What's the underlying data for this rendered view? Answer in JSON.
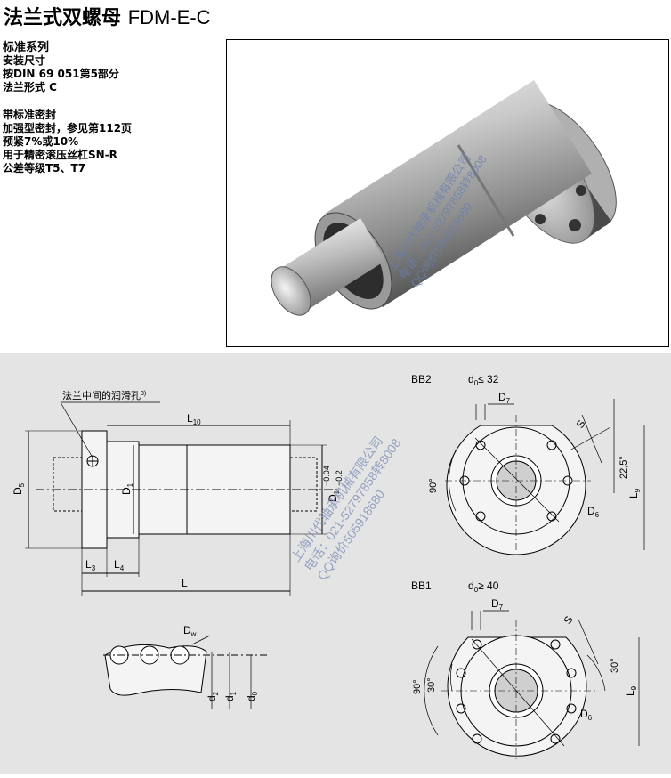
{
  "header": {
    "title_cn": "法兰式双螺母",
    "title_code": "FDM-E-C"
  },
  "spec": {
    "heading": "标准系列",
    "lines_a": [
      "安装尺寸",
      "按DIN 69 051第5部分",
      "法兰形式 C"
    ],
    "heading2": "带标准密封",
    "lines_b": [
      "加强型密封，参见第112页",
      "预紧7%或10%",
      "用于精密滚压丝杠SN-R",
      "公差等级T5、T7"
    ]
  },
  "photo": {
    "watermark": [
      "上海川代轴承机械有限公司",
      "电话：021-52797858转8008",
      "QQ询价505918680"
    ]
  },
  "drawing": {
    "lube_label": "法兰中间的润滑孔",
    "lube_sup": "3)",
    "dims": {
      "L10": "L",
      "L10_sub": "10",
      "D5": "D",
      "D5_sub": "5",
      "D1": "D",
      "D1_sub": "1",
      "D1_tol_top": "−0.04",
      "D1_tol_bot": "−0.2",
      "L3": "L",
      "L3_sub": "3",
      "L4": "L",
      "L4_sub": "4",
      "L": "L",
      "Dw": "D",
      "Dw_sub": "w",
      "d2": "d",
      "d2_sub": "2",
      "d1": "d",
      "d1_sub": "1",
      "d0": "d",
      "d0_sub": "0"
    },
    "bb2": {
      "label": "BB2",
      "cond": "d",
      "cond_sub": "0",
      "cond_rest": "≤ 32",
      "D7": "D",
      "D7_sub": "7",
      "S": "S",
      "angle_a": "22,5°",
      "angle_90": "90°",
      "D6": "D",
      "D6_sub": "6",
      "L9": "L",
      "L9_sub": "9"
    },
    "bb1": {
      "label": "BB1",
      "cond": "d",
      "cond_sub": "0",
      "cond_rest": "≥ 40",
      "D7": "D",
      "D7_sub": "7",
      "S": "S",
      "angle_30a": "30°",
      "angle_90": "90°",
      "angle_30b": "30°",
      "D6": "D",
      "D6_sub": "6",
      "L9": "L",
      "L9_sub": "9"
    },
    "watermark": [
      "上海川代轴承机械有限公司",
      "电话：021-52797858转8008",
      "QQ询价505918680"
    ]
  }
}
